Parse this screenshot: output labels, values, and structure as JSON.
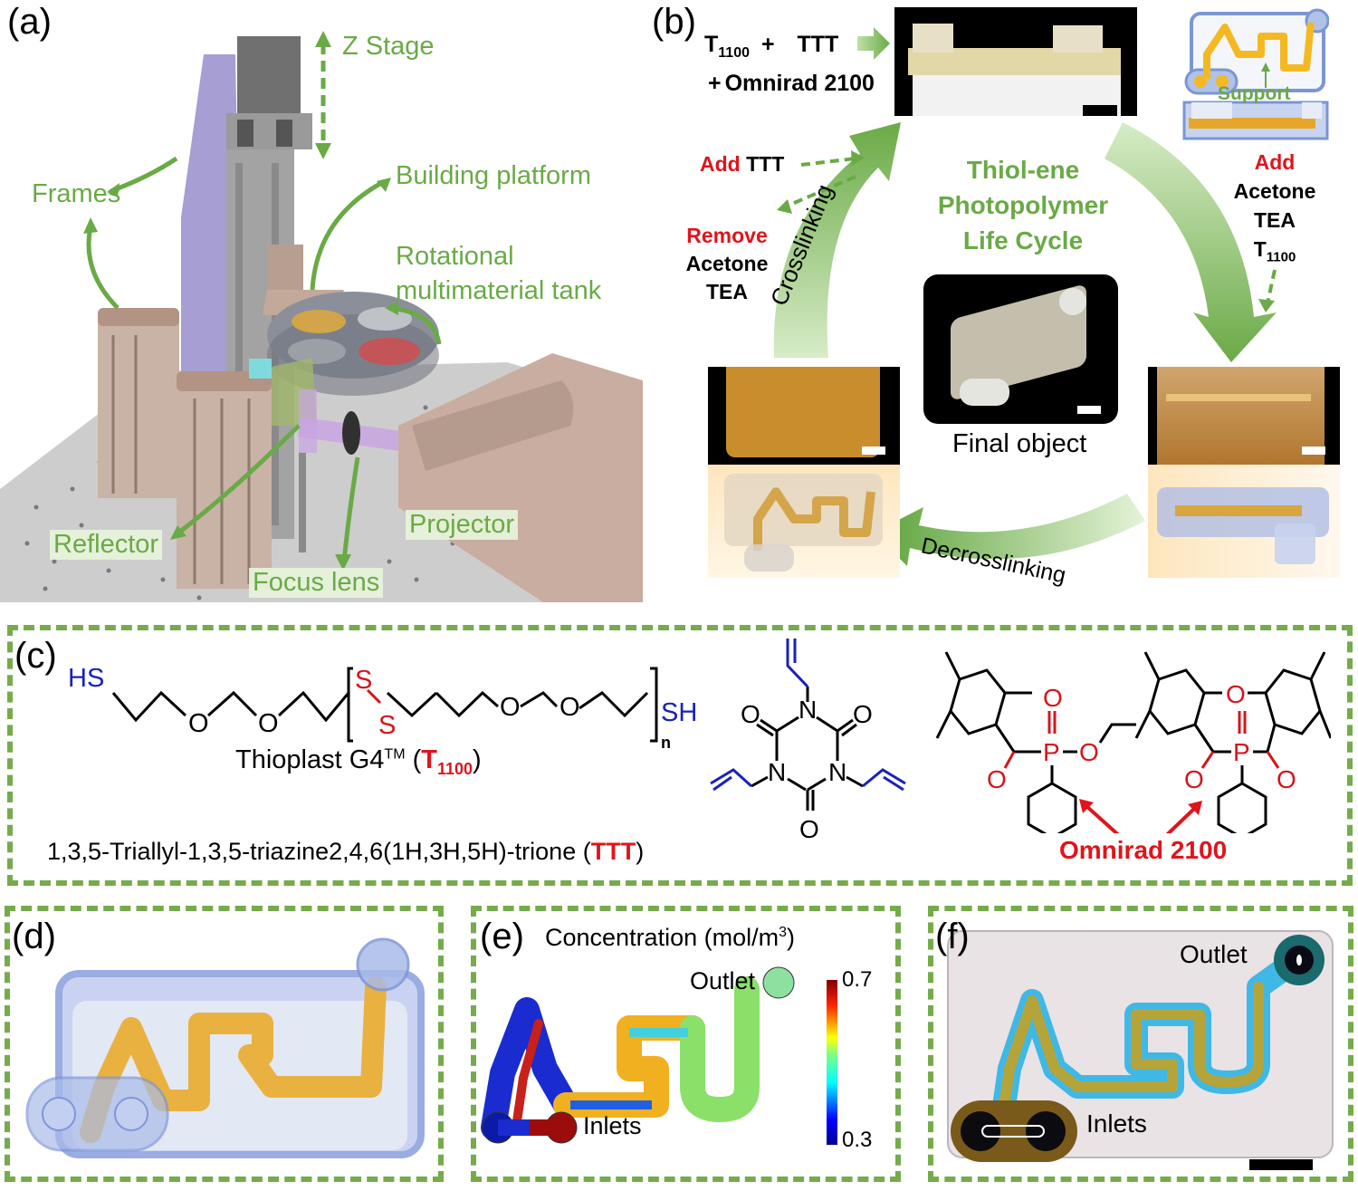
{
  "panels": {
    "a": {
      "label": "(a)",
      "callouts": {
        "z_stage": "Z Stage",
        "frames": "Frames",
        "building_platform": "Building platform",
        "rotational_line1": "Rotational",
        "rotational_line2": "multimaterial tank",
        "reflector": "Reflector",
        "focus_lens": "Focus lens",
        "projector": "Projector"
      }
    },
    "b": {
      "label": "(b)",
      "formula": {
        "t": "T",
        "t_sub": "1100",
        "plus1": "+",
        "ttt": "TTT",
        "plus2": "+",
        "omnirad": "Omnirad 2100"
      },
      "support_label": "Support",
      "center_title": [
        "Thiol-ene",
        "Photopolymer",
        "Life Cycle"
      ],
      "final_object": "Final object",
      "crosslinking": "Crosslinking",
      "decrosslinking": "Decrosslinking",
      "add_ttt": {
        "verb": "Add",
        "item": "TTT"
      },
      "remove": {
        "verb": "Remove",
        "items": [
          "Acetone",
          "TEA"
        ]
      },
      "add_right": {
        "verb": "Add",
        "items": [
          "Acetone",
          "TEA"
        ],
        "t": "T",
        "t_sub": "1100"
      }
    },
    "c": {
      "label": "(c)",
      "thioplast": {
        "hs_left": "HS",
        "sh_right": "SH",
        "s1": "S",
        "s2": "S",
        "o": "O",
        "n": "n",
        "name": "Thioplast G4",
        "tm": "TM",
        "abbr_open": "(",
        "abbr": "T",
        "abbr_sub": "1100",
        "abbr_close": ")"
      },
      "ttt": {
        "name": "1,3,5-Triallyl-1,3,5-triazine2,4,6(1H,3H,5H)-trione (",
        "abbr": "TTT",
        "close": ")",
        "n": "N",
        "o": "O"
      },
      "omnirad": {
        "label": "Omnirad 2100",
        "p": "P",
        "o": "O"
      }
    },
    "d": {
      "label": "(d)"
    },
    "e": {
      "label": "(e)",
      "title": "Concentration (mol/m",
      "title_sup": "3",
      "title_close": ")",
      "outlet": "Outlet",
      "inlets": "Inlets",
      "colorbar": {
        "max": "0.7",
        "min": "0.3",
        "colormap": "jet"
      }
    },
    "f": {
      "label": "(f)",
      "outlet": "Outlet",
      "inlets": "Inlets"
    }
  },
  "colors": {
    "accent_green": "#6aaa46",
    "frame_green": "#76ab4c",
    "highlight_red": "#e0141c",
    "thiol_blue": "#1a22b8"
  }
}
